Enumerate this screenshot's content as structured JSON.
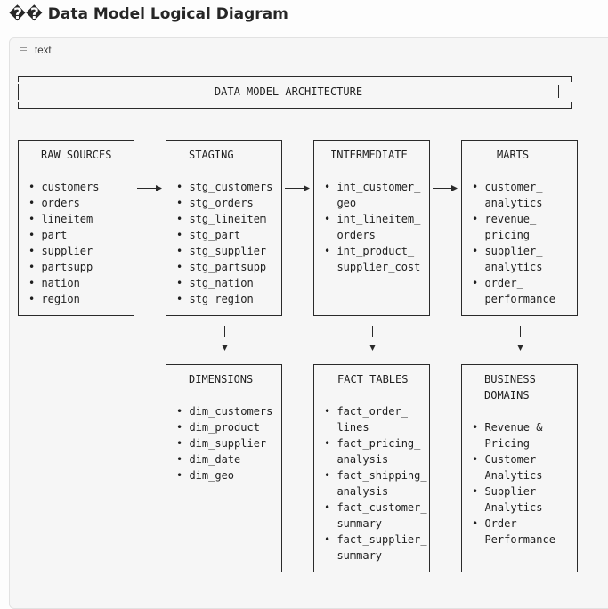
{
  "title": "�� Data Model Logical Diagram",
  "code_block": {
    "language_label": "text",
    "icon": "doc-lines-icon"
  },
  "diagram": {
    "header": "DATA MODEL ARCHITECTURE",
    "top_row": [
      {
        "id": "raw-sources",
        "title": [
          "RAW SOURCES"
        ],
        "items": [
          "• customers",
          "• orders",
          "• lineitem",
          "• part",
          "• supplier",
          "• partsupp",
          "• nation",
          "• region"
        ]
      },
      {
        "id": "staging",
        "title": [
          "STAGING"
        ],
        "items": [
          "• stg_customers",
          "• stg_orders",
          "• stg_lineitem",
          "• stg_part",
          "• stg_supplier",
          "• stg_partsupp",
          "• stg_nation",
          "• stg_region"
        ]
      },
      {
        "id": "intermediate",
        "title": [
          "INTERMEDIATE"
        ],
        "items": [
          "• int_customer_",
          "  geo",
          "• int_lineitem_",
          "  orders",
          "• int_product_",
          "  supplier_cost"
        ]
      },
      {
        "id": "marts",
        "title": [
          "MARTS"
        ],
        "items": [
          "• customer_",
          "  analytics",
          "• revenue_",
          "  pricing",
          "• supplier_",
          "  analytics",
          "• order_",
          "  performance"
        ]
      }
    ],
    "bottom_row": [
      {
        "id": "dimensions",
        "title": [
          "DIMENSIONS"
        ],
        "items": [
          "• dim_customers",
          "• dim_product",
          "• dim_supplier",
          "• dim_date",
          "• dim_geo"
        ]
      },
      {
        "id": "fact-tables",
        "title": [
          "FACT TABLES"
        ],
        "items": [
          "• fact_order_",
          "  lines",
          "• fact_pricing_",
          "  analysis",
          "• fact_shipping_",
          "  analysis",
          "• fact_customer_",
          "  summary",
          "• fact_supplier_",
          "  summary"
        ]
      },
      {
        "id": "business-domains",
        "title": [
          "BUSINESS",
          "DOMAINS"
        ],
        "items": [
          "• Revenue &",
          "  Pricing",
          "• Customer",
          "  Analytics",
          "• Supplier",
          "  Analytics",
          "• Order",
          "  Performance"
        ]
      }
    ]
  }
}
